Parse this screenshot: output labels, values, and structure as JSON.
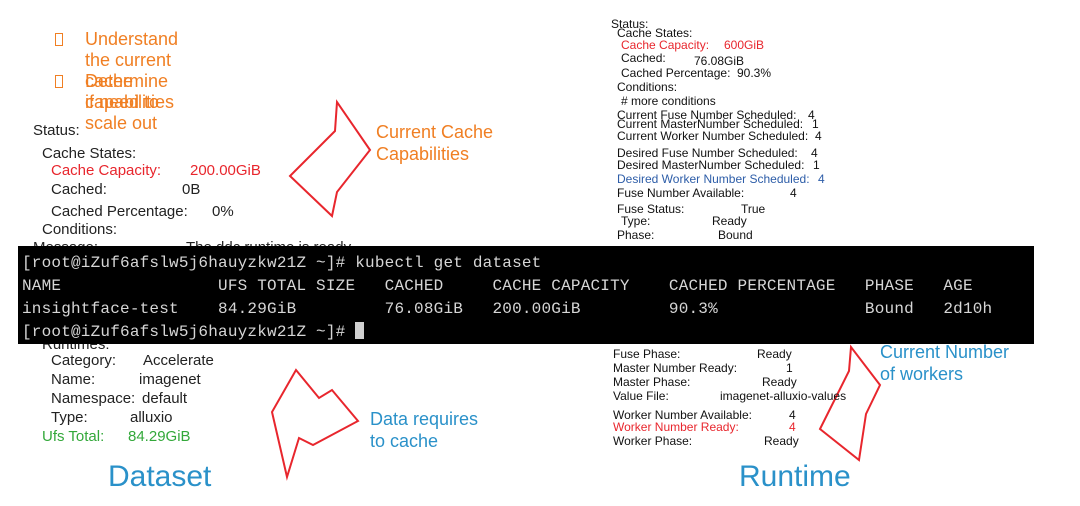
{
  "bullets": [
    "Understand the current cache capabilities",
    "Determine if need to scale out"
  ],
  "left_status": {
    "status": "Status:",
    "cache_states": "Cache States:",
    "cache_capacity_label": "Cache Capacity:",
    "cache_capacity_value": "200.00GiB",
    "cached_label": "Cached:",
    "cached_value": "0B",
    "cached_percentage_label": "Cached Percentage:",
    "cached_percentage_value": "0%",
    "conditions": "Conditions:",
    "message_label": "Message:",
    "message_value": "The ddc runtime is ready"
  },
  "left_bottom": {
    "runtimes": "Runtimes:",
    "category_label": "Category:",
    "category_value": "Accelerate",
    "name_label": "Name:",
    "name_value": "imagenet",
    "namespace_label": "Namespace:",
    "namespace_value": "default",
    "type_label": "Type:",
    "type_value": "alluxio",
    "ufs_total_label": "Ufs Total:",
    "ufs_total_value": "84.29GiB"
  },
  "annotations": {
    "current_cache_line1": "Current Cache",
    "current_cache_line2": "Capabilities",
    "data_requires_line1": "Data requires",
    "data_requires_line2": "to cache",
    "current_number_line1": "Current Number",
    "current_number_line2": "of workers",
    "dataset": "Dataset",
    "runtime": "Runtime"
  },
  "right_status": {
    "status": "Status:",
    "cache_states": "Cache States:",
    "cache_capacity": "Cache Capacity:",
    "cache_capacity_value": "600GiB",
    "cached": "Cached:",
    "cached_value": "76.08GiB",
    "cached_percentage": "Cached Percentage:",
    "cached_percentage_value": "90.3%",
    "conditions": "Conditions:",
    "more_conditions": "# more conditions",
    "cur_fuse": "Current Fuse Number Scheduled:",
    "cur_fuse_value": "4",
    "cur_master": "Current MasterNumber Scheduled:",
    "cur_master_value": "1",
    "cur_worker": "Current Worker Number Scheduled:",
    "cur_worker_value": "4",
    "des_fuse": "Desired Fuse Number Scheduled:",
    "des_fuse_value": "4",
    "des_master": "Desired MasterNumber Scheduled:",
    "des_master_value": "1",
    "des_worker": "Desired Worker Number Scheduled:",
    "des_worker_value": "4",
    "fuse_avail": "Fuse Number Available:",
    "fuse_avail_value": "4",
    "fuse_status": "Fuse  Status:",
    "fuse_status_value": "True",
    "type": "Type:",
    "type_value": "Ready",
    "phase": "Phase:",
    "phase_value": "Bound",
    "fuse_phase": "Fuse Phase:",
    "fuse_phase_value": "Ready",
    "master_ready": "Master Number Ready:",
    "master_ready_value": "1",
    "master_phase": "Master Phase:",
    "master_phase_value": "Ready",
    "value_file": "Value File:",
    "value_file_value": "imagenet-alluxio-values",
    "worker_avail": "Worker Number Available:",
    "worker_avail_value": "4",
    "worker_ready": "Worker Number Ready:",
    "worker_ready_value": "4",
    "worker_phase": "Worker Phase:",
    "worker_phase_value": "Ready"
  },
  "terminal": {
    "prompt1": "[root@iZuf6afslw5j6hauyzkw21Z ~]# kubectl get dataset",
    "header": "NAME                UFS TOTAL SIZE   CACHED     CACHE CAPACITY    CACHED PERCENTAGE   PHASE   AGE",
    "row": "insightface-test    84.29GiB         76.08GiB   200.00GiB         90.3%               Bound   2d10h",
    "prompt2": "[root@iZuf6afslw5j6hauyzkw21Z ~]# "
  },
  "colors": {
    "orange": "#f07f23",
    "blue": "#2a91c9",
    "red": "#e8262d",
    "green": "#33a83a",
    "terminal_bg": "#000000"
  }
}
